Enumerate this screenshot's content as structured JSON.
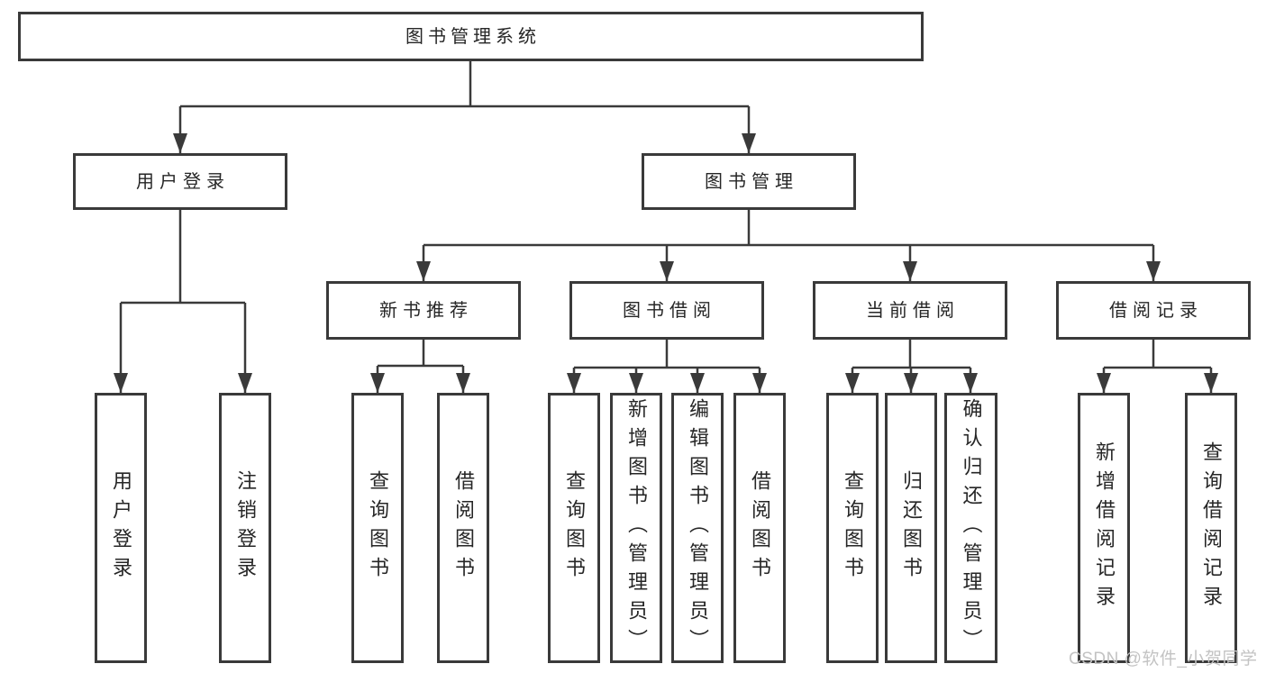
{
  "colors": {
    "line": "#3a3a3a",
    "text": "#262626",
    "watermark": "#c3c3c3",
    "background": "#ffffff"
  },
  "watermark": "CSDN @软件_小贺同学",
  "tree": {
    "label": "图书管理系统",
    "children": [
      {
        "label": "用户登录",
        "children": [
          {
            "label": "用户登录"
          },
          {
            "label": "注销登录"
          }
        ]
      },
      {
        "label": "图书管理",
        "children": [
          {
            "label": "新书推荐",
            "children": [
              {
                "label": "查询图书"
              },
              {
                "label": "借阅图书"
              }
            ]
          },
          {
            "label": "图书借阅",
            "children": [
              {
                "label": "查询图书"
              },
              {
                "label": "新增图书（管理员）"
              },
              {
                "label": "编辑图书（管理员）"
              },
              {
                "label": "借阅图书"
              }
            ]
          },
          {
            "label": "当前借阅",
            "children": [
              {
                "label": "查询图书"
              },
              {
                "label": "归还图书"
              },
              {
                "label": "确认归还（管理员）"
              }
            ]
          },
          {
            "label": "借阅记录",
            "children": [
              {
                "label": "新增借阅记录"
              },
              {
                "label": "查询借阅记录"
              }
            ]
          }
        ]
      }
    ]
  }
}
